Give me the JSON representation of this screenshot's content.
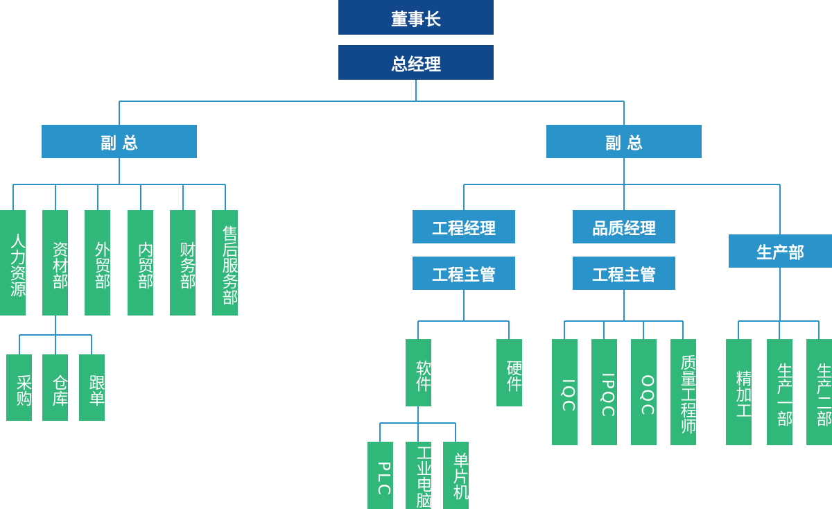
{
  "chairman": "董事长",
  "general_manager": "总经理",
  "vp_left": "副 总",
  "vp_right": "副 总",
  "hr": "人力资源",
  "materials": "资材部",
  "foreign_trade": "外贸部",
  "domestic_trade": "内贸部",
  "finance": "财务部",
  "after_sales": "售后服务部",
  "purchasing": "采购",
  "warehouse": "仓库",
  "follow_up": "跟单",
  "eng_manager": "工程经理",
  "eng_supervisor_a": "工程主管",
  "quality_manager": "品质经理",
  "eng_supervisor_b": "工程主管",
  "production_dept": "生产部",
  "software": "软件",
  "hardware": "硬件",
  "plc": "PLC",
  "industrial_pc": "工业电脑",
  "mcu": "单片机",
  "iqc": "IQC",
  "ipqc": "IPQC",
  "oqc": "OQC",
  "quality_engineer": "质量工程师",
  "finishing": "精加工",
  "production_1": "生产一部",
  "production_2": "生产二部",
  "colors": {
    "navy": "#11488c",
    "blue": "#2a93c9",
    "green": "#32b77a",
    "line": "#2a93c9"
  }
}
